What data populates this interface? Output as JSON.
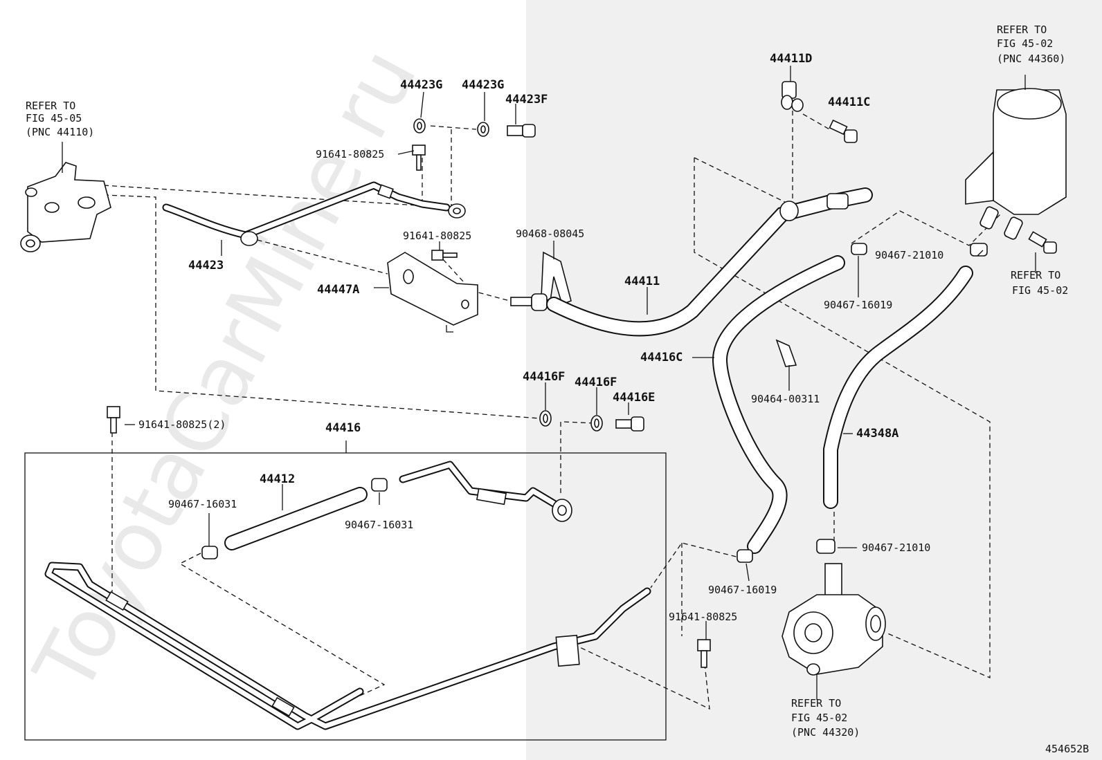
{
  "diagram_id": "454652B",
  "watermark": "ToyotaCarMine.ru",
  "refs": {
    "fig_45_05": [
      "REFER TO",
      "FIG 45-05",
      "(PNC 44110)"
    ],
    "reservoir": [
      "REFER TO",
      "FIG 45-02",
      "(PNC 44360)"
    ],
    "bolt_right": [
      "REFER TO",
      "FIG 45-02"
    ],
    "pump": [
      "REFER TO",
      "FIG 45-02",
      "(PNC 44320)"
    ]
  },
  "labels": {
    "p44423G_a": "44423G",
    "p44423G_b": "44423G",
    "p44423F": "44423F",
    "p91641_top": "91641-80825",
    "p44423": "44423",
    "p91641_mid": "91641-80825",
    "p44447A": "44447A",
    "p90468": "90468-08045",
    "p44411": "44411",
    "p44411D": "44411D",
    "p44411C": "44411C",
    "p90467_21010_top": "90467-21010",
    "p90467_16019_top": "90467-16019",
    "p44416C": "44416C",
    "p90464": "90464-00311",
    "p44348A": "44348A",
    "p44416F_a": "44416F",
    "p44416F_b": "44416F",
    "p44416E": "44416E",
    "p91641_2": "91641-80825(2)",
    "p44416": "44416",
    "p44412": "44412",
    "p90467_16031_a": "90467-16031",
    "p90467_16031_b": "90467-16031",
    "p90467_21010_bot": "90467-21010",
    "p90467_16019_bot": "90467-16019",
    "p91641_bot": "91641-80825"
  }
}
